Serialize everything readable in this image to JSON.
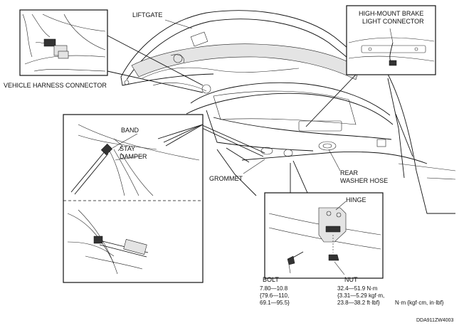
{
  "labels": {
    "liftgate": "LIFTGATE",
    "high_mount_line1": "HIGH-MOUNT BRAKE",
    "high_mount_line2": "LIGHT CONNECTOR",
    "vehicle_harness": "VEHICLE HARNESS CONNECTOR",
    "band": "BAND",
    "stay_damper_line1": "STAY",
    "stay_damper_line2": "DAMPER",
    "grommet": "GROMMET",
    "rear_washer_line1": "REAR",
    "rear_washer_line2": "WASHER HOSE",
    "hinge": "HINGE",
    "bolt": "BOLT",
    "nut": "NUT"
  },
  "torque": {
    "bolt_line1": "7.80—10.8",
    "bolt_line2": "{79.6—110,",
    "bolt_line3": "69.1—95.5}",
    "nut_line1": "32.4—51.9 N·m",
    "nut_line2": "{3.31—5.29 kgf·m,",
    "nut_line3": "23.8—38.2 ft·lbf}",
    "units": "N·m {kgf·cm, in·lbf}"
  },
  "figure_code": "DDA911ZW4003"
}
